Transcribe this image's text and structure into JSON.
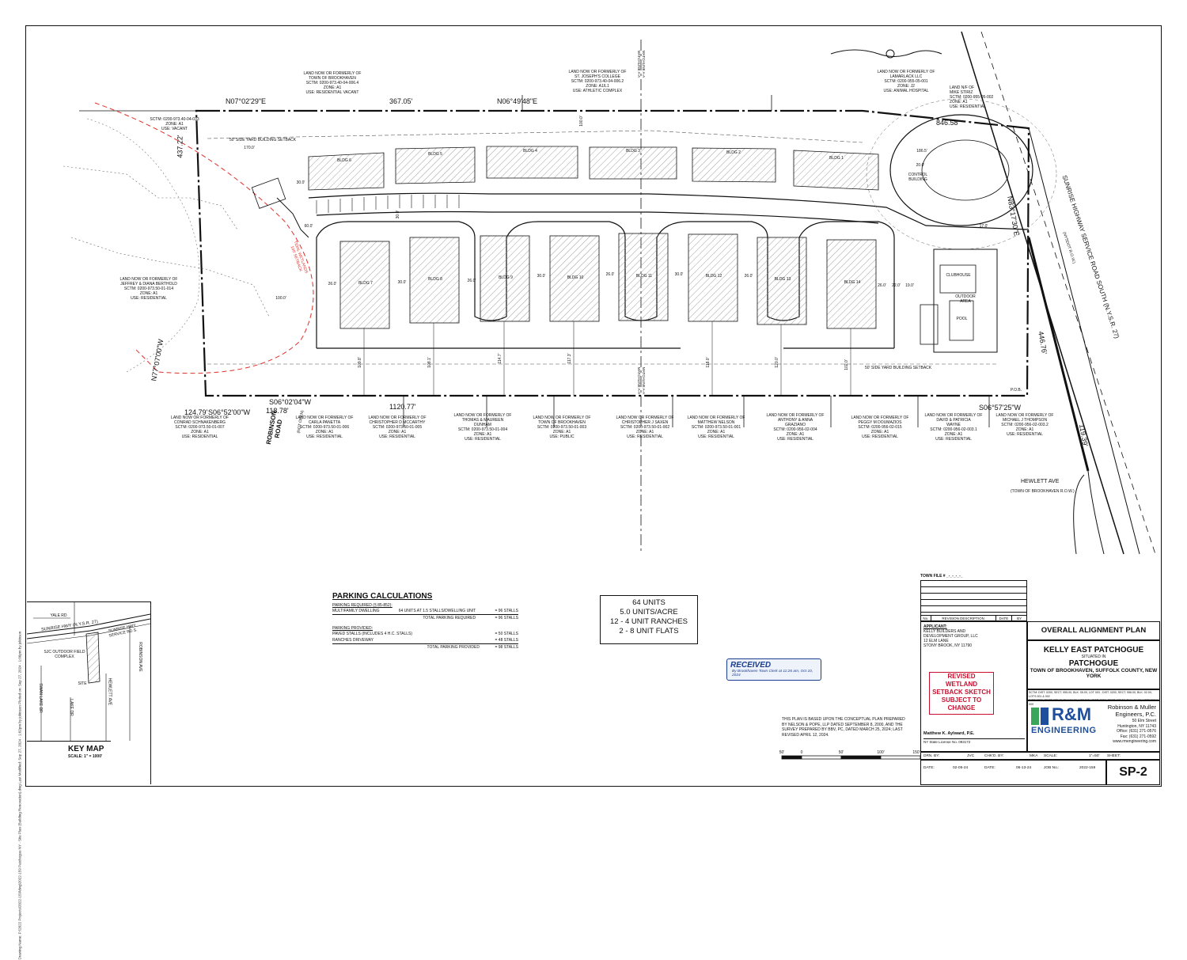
{
  "sheet": {
    "side_note": "Drawing Name: P:\\2022 Projects\\2022-159\\dwg\\2022-159 Patchogue NY - Site Plan (Building Renovation).dwg Last Modified: Sep 27, 2024 - 1:02pm by jokinson  Plotted on: Sep 27, 2024 - 1:06pm by jokinson",
    "matchline_top": "MATCHLINE A-A\nMATCHLINE A-A",
    "matchline_mid": "MATCHLINE A-A\nMATCHLINE A-A"
  },
  "bearings": {
    "b1": "N07°02'29\"E",
    "b2": "367.05'",
    "b3": "N06°49'48\"E",
    "b4": "846.58'",
    "b5": "437.22'",
    "b6": "N77°07'00\"W",
    "b7": "124.79'",
    "b8": "S06°52'00\"W",
    "b9": "118.78'",
    "b10": "S06°02'04\"W",
    "b11": "1120.77'",
    "b12": "S06°57'25\"W",
    "b13": "119.39'",
    "b14": "446.76'",
    "b15": "N83°17'30\"E",
    "road_name": "SUNRISE HIGHWAY SERVICE ROAD SOUTH (N.Y.S.R. 27)",
    "road_sub": "(NYSDOT R.O.W.)",
    "robinson": "ROBINSON\nROAD",
    "robinson_sub": "(NOT OPEN)",
    "hewlett": "HEWLETT AVE",
    "hewlett_sub": "(TOWN OF BROOKHAVEN R.O.W.)",
    "setback_top": "50' SIDE YARD BUILDING SETBACK",
    "setback_bottom": "50' SIDE YARD BUILDING SETBACK",
    "wetland": "TIDAL WETLANDS\n100' SETBACK",
    "pob": "P.O.B."
  },
  "neighbors": [
    {
      "text": "LAND NOW OR FORMERLY OF\nTOWN OF BROOKHAVEN\nSCTM: 0200-973.40-04-006.4\nZONE: A1\nUSE: RESIDENTIAL VACANT"
    },
    {
      "text": "LAND NOW OR FORMERLY OF\nST. JOSEPH'S COLLEGE\nSCTM: 0200-973.40-04-006.2\nZONE: A1/L1\nUSE: ATHLETIC COMPLEX"
    },
    {
      "text": "LAND NOW OR FORMERLY OF\nLAMARLACK LLC\nSCTM: 0200-955-05-001\nZONE: J2\nUSE: ANIMAL HOSPITAL"
    },
    {
      "text": "LAND N/F OF\nMIKE STIRIZ\nSCTM: 0200-955-05-002\nZONE: A1\nUSE: RESIDENTIAL"
    },
    {
      "text": "SCTM: 0200-973.40-04-033\nZONE: A1\nUSE: VACANT"
    },
    {
      "text": "LAND NOW OR FORMERLY OF\nJEFFREY & DIANA BERTHOLD\nSCTM: 0200-973.50-01-014\nZONE: A1\nUSE: RESIDENTIAL"
    },
    {
      "text": "LAND NOW OR FORMERLY OF\nCONRAD SCHNAKENBERG\nSCTM: 0200-973.50-01-007\nZONE: A1\nUSE: RESIDENTIAL"
    },
    {
      "text": "LAND NOW OR FORMERLY OF\nCARLA PANETTA\nSCTM: 0200-973.50-01-006\nZONE: A1\nUSE: RESIDENTIAL"
    },
    {
      "text": "LAND NOW OR FORMERLY OF\nCHRISTOPHER D MCCARTHY\nSCTM: 0200-973.50-01-005\nZONE: A1\nUSE: RESIDENTIAL"
    },
    {
      "text": "LAND NOW OR FORMERLY OF\nTHOMAS & MAUREEN\nDUNHAM\nSCTM: 0200-973.50-01-004\nZONE: A1\nUSE: RESIDENTIAL"
    },
    {
      "text": "LAND NOW OR FORMERLY OF\nTOWN OF BROOKHAVEN\nSCTM: 0200-973.50-01-003\nZONE: A1\nUSE: PUBLIC"
    },
    {
      "text": "LAND NOW OR FORMERLY OF\nCHRISTOPHER J SAXEN\nSCTM: 0200-973.50-01-002\nZONE: A1\nUSE: RESIDENTIAL"
    },
    {
      "text": "LAND NOW OR FORMERLY OF\nMATTHEW NELSON\nSCTM: 0200-973.50-01-001\nZONE: A1\nUSE: RESIDENTIAL"
    },
    {
      "text": "LAND NOW OR FORMERLY OF\nANTHONY & ANNA\nGRAZIANO\nSCTM: 0200-956-02-004\nZONE: A1\nUSE: RESIDENTIAL"
    },
    {
      "text": "LAND NOW OR FORMERLY OF\nPEGGY M DOUMAZIOS\nSCTM: 0200-956-02-015\nZONE: A1\nUSE: RESIDENTIAL"
    },
    {
      "text": "LAND NOW OR FORMERLY OF\nDAVID & PATRICIA\nWAYNE\nSCTM: 0200-956-02-003.1\nZONE: A1\nUSE: RESIDENTIAL"
    },
    {
      "text": "LAND NOW OR FORMERLY OF\nMICHAEL J THOMPSON\nSCTM: 0200-956-02-003.2\nZONE: A1\nUSE: RESIDENTIAL"
    }
  ],
  "buildings_top": [
    "BLDG 6",
    "BLDG 5",
    "BLDG 4",
    "BLDG 3",
    "BLDG 2",
    "BLDG 1"
  ],
  "buildings_bottom": [
    "BLDG 7",
    "BLDG 8",
    "BLDG 9",
    "BLDG 10",
    "BLDG 11",
    "BLDG 12",
    "BLDG 13",
    "BLDG 14"
  ],
  "dims": {
    "d1": "170.0'",
    "d2": "30.0'",
    "d3": "60.0'",
    "d4": "100.0'",
    "d5": "26.0'",
    "d6": "30.0'",
    "d7": "26.0'",
    "d8": "30.0'",
    "d9": "26.0'",
    "d10": "30.0'",
    "d11": "26.0'",
    "d12": "22.0'",
    "d13": "19.0'",
    "d14": "26.0'",
    "d15": "186.5'",
    "d16": "20.0'",
    "d17": "17.0'",
    "d18": "109.8'",
    "d19": "108.1'",
    "d20": "114.7'",
    "d21": "117.3'",
    "d22": "118.0'",
    "d23": "120.0'",
    "d24": "102.0'",
    "d25": "30.0'",
    "d26": "100.0'"
  },
  "clubhouse": {
    "label": "CLUBHOUSE",
    "outdoor": "OUTDOOR AREA",
    "pool": "POOL",
    "control": "CONTROL\nBUILDING"
  },
  "parking": {
    "title": "PARKING CALCULATIONS",
    "required_head": "PARKING REQUIRED (§ 85-852):",
    "rows_req": [
      {
        "label": "MULTIFAMILY DWELLING",
        "mid": "64 UNITS AT 1.5 STALLS/DWELLING UNIT",
        "val": "= 96 STALLS"
      },
      {
        "label": "",
        "mid": "TOTAL PARKING REQUIRED",
        "val": "= 96 STALLS"
      }
    ],
    "provided_head": "PARKING PROVIDED:",
    "rows_prov": [
      {
        "label": "PAVED STALLS (INCLUDES 4 H.C. STALLS)",
        "mid": "",
        "val": "= 50 STALLS"
      },
      {
        "label": "RANCHES DRIVEWAY",
        "mid": "",
        "val": "= 48 STALLS"
      },
      {
        "label": "",
        "mid": "TOTAL PARKING PROVIDED",
        "val": "= 98 STALLS"
      }
    ]
  },
  "units": {
    "l1": "64 UNITS",
    "l2": "5.0 UNITS/ACRE",
    "l3": "12 - 4 UNIT RANCHES",
    "l4": "2 - 8 UNIT FLATS"
  },
  "stamp": {
    "title": "RECEIVED",
    "sub": "By Brookhaven Town Clerk at 11:26 am, Oct 10, 2024"
  },
  "note": "THIS PLAN IS BASED UPON THE CONCEPTUAL PLAN PREPARED\nBY NELSON & POPE, LLP DATED SEPTEMBER 8, 2000, AND THE\nSURVEY PREPARED BY BBV, PC, DATED MARCH 25, 2024; LAST\nREVISED APRIL 12, 2024.",
  "scale_bar": {
    "t0": "50'",
    "t1": "0",
    "t2": "50'",
    "t3": "100'",
    "t4": "150'"
  },
  "key_map": {
    "title": "KEY MAP",
    "scale": "SCALE:  1\" = 1000'",
    "labels": {
      "yale": "YALE RD",
      "sunrise": "SUNRISE HWY (N.Y.S.R. 27)",
      "sunrise_svc": "SUNRISE HWY\nSERVICE RD S.",
      "robinson": "ROBINSON AVE",
      "sjc": "SJC OUTDOOR FIELD\nCOMPLEX",
      "swan": "SWAN LAKE DR",
      "site": "SITE",
      "lake": "LAKE DR",
      "hewlett": "HEWLETT AVE"
    }
  },
  "title_block": {
    "town_file": "TOWN FILE # _-_-_-_-_",
    "rev_no": "No.",
    "rev_desc": "REVISION DESCRIPTION",
    "rev_date": "DATE",
    "rev_by": "BY",
    "applicant_label": "APPLICANT:",
    "applicant": "KELLY BUILDERS AND\nDEVELOPMENT GROUP, LLC\n12 ELM LANE\nSTONY BROOK, NY 11790",
    "revised_box": "REVISED\nWETLAND\nSETBACK SKETCH\nSUBJECT TO\nCHANGE",
    "engineer": "Matthew K. Aylward, P.E.",
    "license": "NY State License No. 093172",
    "plan_title": "OVERALL ALIGNMENT PLAN",
    "project": "KELLY EAST PATCHOGUE",
    "situated": "SITUATED IN",
    "town": "PATCHOGUE",
    "county": "TOWN OF BROOKHAVEN, SUFFOLK COUNTY, NEW YORK",
    "sctm": "SCTM: DIST. 0200, SECT. 955.00, BLK. 05.00, LOT 003 - DIST. 0200, SECT. 956.00, BLK. 02.00, LOTS 001 & 002\nDIST. 0200, SECT. 973.40, BLK 04.00, LOT 002 - DIST. 0200, SECT. 973.50, BLK. 01.00, LOTS 008 & 009",
    "firm_logo_1": "R&M",
    "firm_logo_2": "ENGINEERING",
    "firm_name": "Robinson & Muller\nEngineers, P.C.",
    "firm_addr": "50 Elm Street\nHuntington, NY 11743\nOffice: (631) 271-0576\nFax: (631) 271-0592\nwww.rmengineering.com",
    "drn_by_l": "DRN. BY:",
    "drn_by": "JVC",
    "chkd_by_l": "CHK'D. BY:",
    "chkd_by": "MKA",
    "scale_l": "SCALE:",
    "scale": "1\"=50'",
    "sheet_l": "SHEET:",
    "date_l": "DATE:",
    "date": "02-05-24",
    "date2_l": "DATE:",
    "date2": "06-13-24",
    "job_l": "JOB No.:",
    "job": "2022-159",
    "sheet": "SP-2"
  },
  "colors": {
    "line": "#111111",
    "wetland": "#e0302a",
    "hatch": "#777777",
    "stamp": "#1a3d8f",
    "logo_green": "#3aa65b",
    "logo_blue": "#1f4f9c",
    "revised_red": "#c8102e"
  }
}
